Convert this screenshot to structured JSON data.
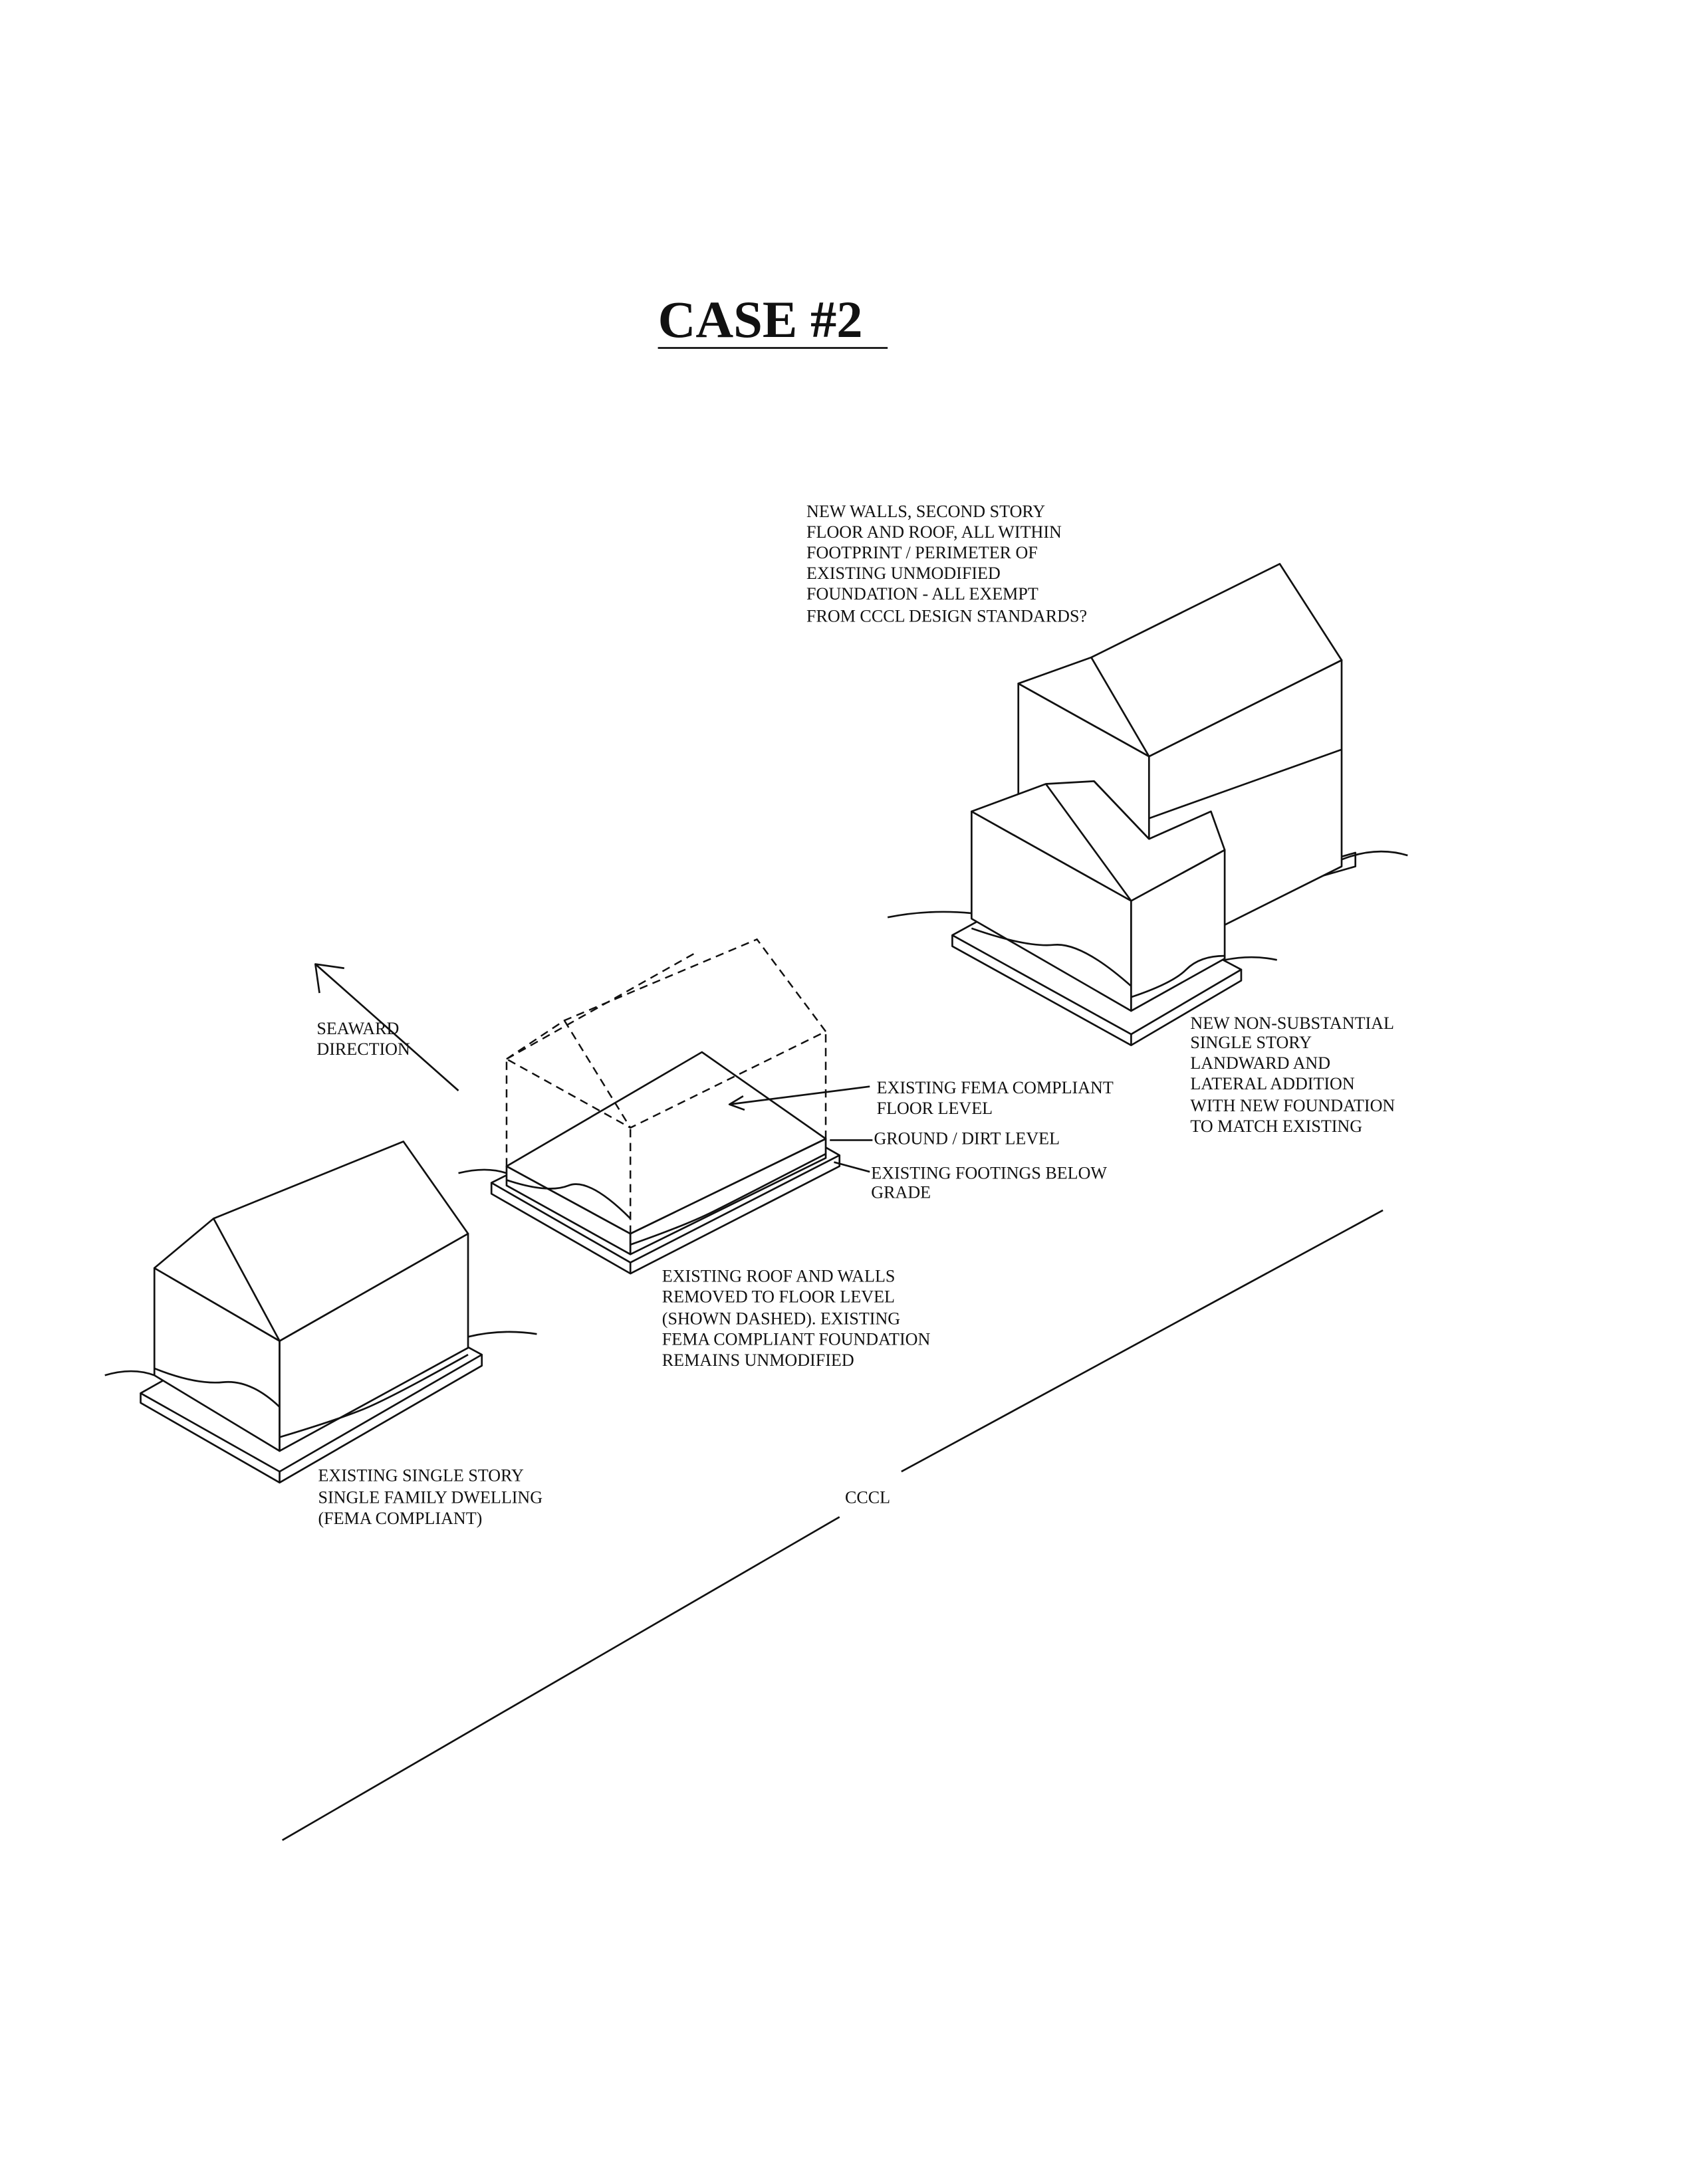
{
  "title": "CASE #2",
  "labels": {
    "new_walls": [
      "NEW WALLS, SECOND STORY",
      "FLOOR AND ROOF, ALL WITHIN",
      "FOOTPRINT / PERIMETER OF",
      "EXISTING UNMODIFIED",
      "FOUNDATION - ALL EXEMPT",
      "FROM CCCL DESIGN STANDARDS?"
    ],
    "seaward": [
      "SEAWARD",
      "DIRECTION"
    ],
    "fema_floor": [
      "EXISTING FEMA COMPLIANT",
      "FLOOR LEVEL"
    ],
    "ground": [
      "GROUND / DIRT LEVEL"
    ],
    "footings": [
      "EXISTING FOOTINGS BELOW",
      "GRADE"
    ],
    "roof_removed": [
      "EXISTING ROOF AND WALLS",
      "REMOVED TO FLOOR LEVEL",
      "(SHOWN DASHED). EXISTING",
      "FEMA COMPLIANT FOUNDATION",
      "REMAINS UNMODIFIED"
    ],
    "existing_dwelling": [
      "EXISTING SINGLE STORY",
      "SINGLE FAMILY DWELLING",
      "(FEMA COMPLIANT)"
    ],
    "addition": [
      "NEW NON-SUBSTANTIAL",
      "SINGLE STORY",
      "LANDWARD AND",
      "LATERAL ADDITION",
      "WITH NEW FOUNDATION",
      "TO MATCH EXISTING"
    ],
    "cccl": "CCCL"
  }
}
